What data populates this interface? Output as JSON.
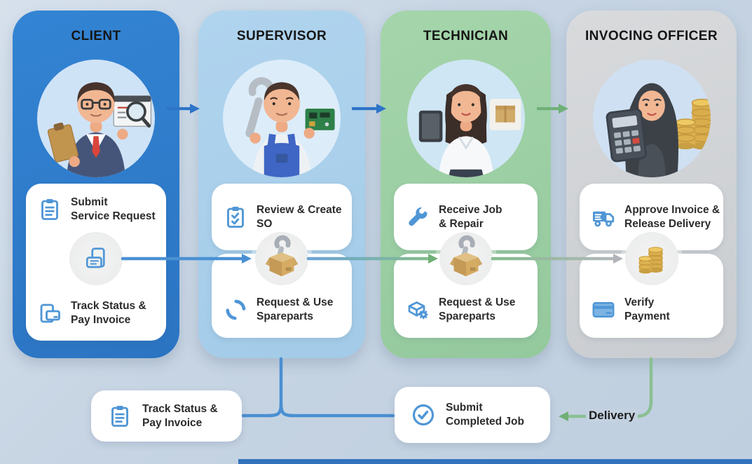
{
  "columns": [
    {
      "title": "CLIENT",
      "avatar": "client-businessman-with-clipboard-and-report",
      "hub_icon": "phone-chat-icon",
      "tasks": [
        {
          "line1": "Submit",
          "line2": "Service Request",
          "icon": "clipboard-list-icon"
        },
        {
          "line1": "Track Status &",
          "line2": "Pay Invoice",
          "icon": "card-wallet-icon"
        }
      ]
    },
    {
      "title": "SUPERVISOR",
      "avatar": "supervisor-mechanic-with-wrench-and-circuit-board",
      "hub_icon": "sparepart-box-wrench-3d",
      "tasks": [
        {
          "line1": "Review & Create",
          "line2": "SO",
          "icon": "clipboard-check-icon"
        },
        {
          "line1": "Request & Use",
          "line2": "Spareparts",
          "icon": "phone-handsets-icon"
        }
      ]
    },
    {
      "title": "TECHNICIAN",
      "avatar": "technician-woman-with-tablet-and-parcel",
      "hub_icon": "sparepart-box-wrench-3d",
      "tasks": [
        {
          "line1": "Receive Job",
          "line2": "& Repair",
          "icon": "wrench-icon"
        },
        {
          "line1": "Request & Use",
          "line2": "Spareparts",
          "icon": "box-gear-icon"
        }
      ]
    },
    {
      "title": "INVOCING OFFICER",
      "avatar": "invoicing-officer-hijab-with-calculator-and-coins",
      "hub_icon": "gold-coins-3d",
      "tasks": [
        {
          "line1": "Approve Invoice &",
          "line2": "Release Delivery",
          "icon": "delivery-truck-icon"
        },
        {
          "line1": "Verify",
          "line2": "Payment",
          "icon": "credit-card-icon"
        }
      ]
    }
  ],
  "bottom": {
    "left_card": {
      "line1": "Track Status &",
      "line2": "Pay Invoice",
      "icon": "clipboard-list-icon"
    },
    "right_card": {
      "line1": "Submit",
      "line2": "Completed Job",
      "icon": "check-circle-icon"
    },
    "delivery_label": "Delivery"
  },
  "colors": {
    "column_client": "#2f7cca",
    "column_supervisor": "#a9cfeb",
    "column_technician": "#9ed0a5",
    "column_invoicing": "#d2d4d7",
    "flow_blue": "#4a90d4",
    "flow_dark_blue": "#2e74c8",
    "flow_green": "#8bbf92",
    "flow_gray": "#b9bdc1",
    "icon_blue": "#4f96d6",
    "background": "#c6d4e2"
  }
}
